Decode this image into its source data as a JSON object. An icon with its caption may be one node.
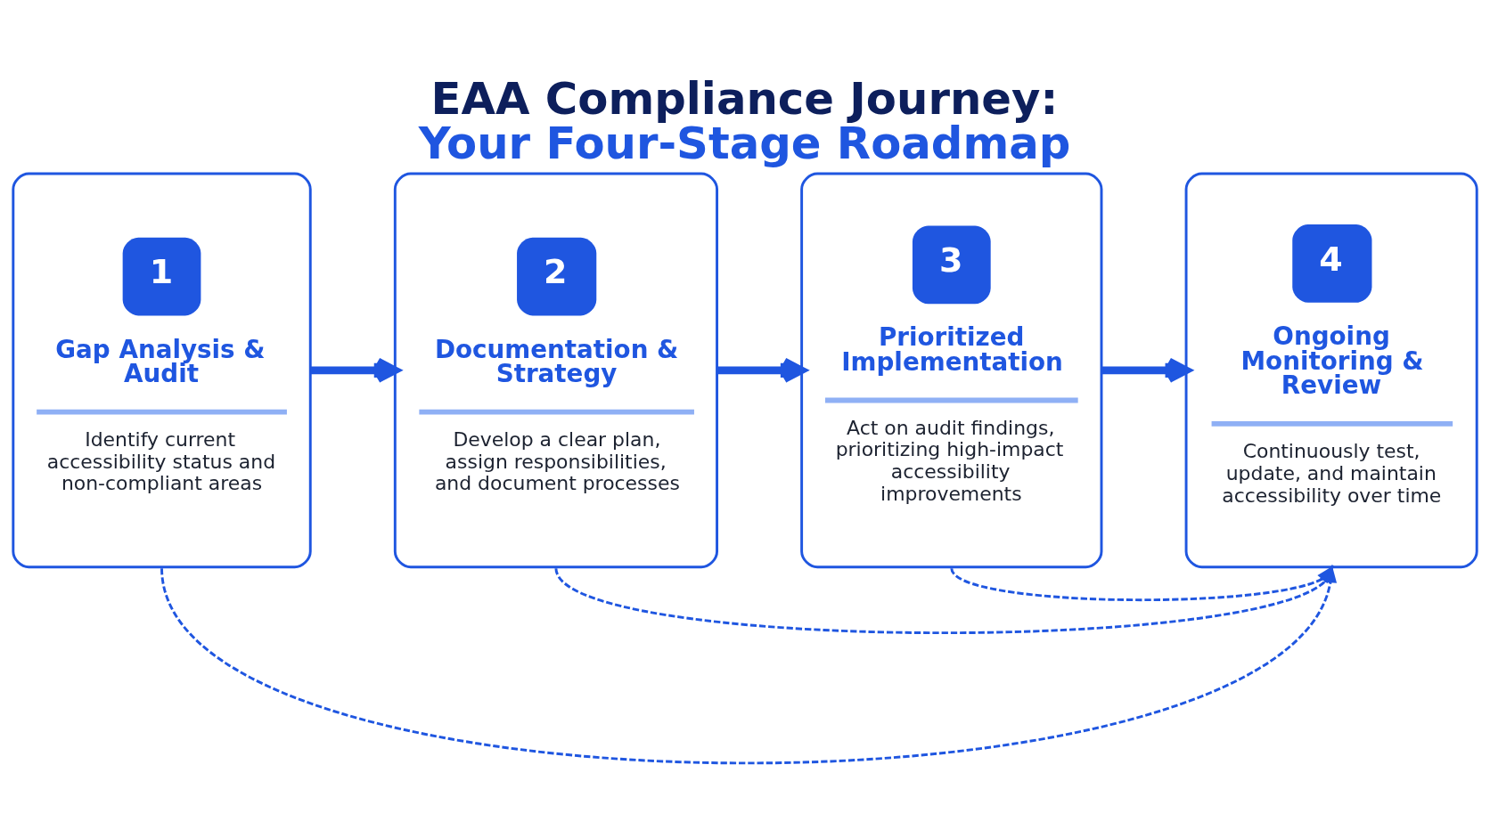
{
  "diagram": {
    "title": "EAA Compliance Journey: Your Four-Stage Roadmap",
    "nodes": [
      {
        "text": [
          "1",
          "Gap Analysis & Audit",
          "Identify current accessibility status and non-compliant areas"
        ]
      },
      {
        "text": [
          "2",
          "Documentation & Strategy",
          "Develop a clear plan, assign responsibilities, and document processes"
        ]
      },
      {
        "text": [
          "3",
          "Prioritized Implementation",
          "Act on audit findings, prioritizing high-impact accessibility improvements"
        ]
      },
      {
        "text": [
          "4",
          "Ongoing Monitoring & Review",
          "Continuously test, update, and maintain accessibility over time"
        ]
      }
    ],
    "edges": [
      {
        "from": 0,
        "to": 1,
        "arrow": "to",
        "style": "thick"
      },
      {
        "from": 1,
        "to": 2,
        "arrow": "to",
        "style": "thick"
      },
      {
        "from": 2,
        "to": 3,
        "arrow": "to",
        "style": "thick"
      },
      {
        "from": 0,
        "to": 3,
        "arrow": "to",
        "style": "dashed"
      },
      {
        "from": 1,
        "to": 3,
        "arrow": "to",
        "style": "dashed"
      },
      {
        "from": 2,
        "to": 3,
        "arrow": "to",
        "style": "dashed"
      }
    ]
  }
}
